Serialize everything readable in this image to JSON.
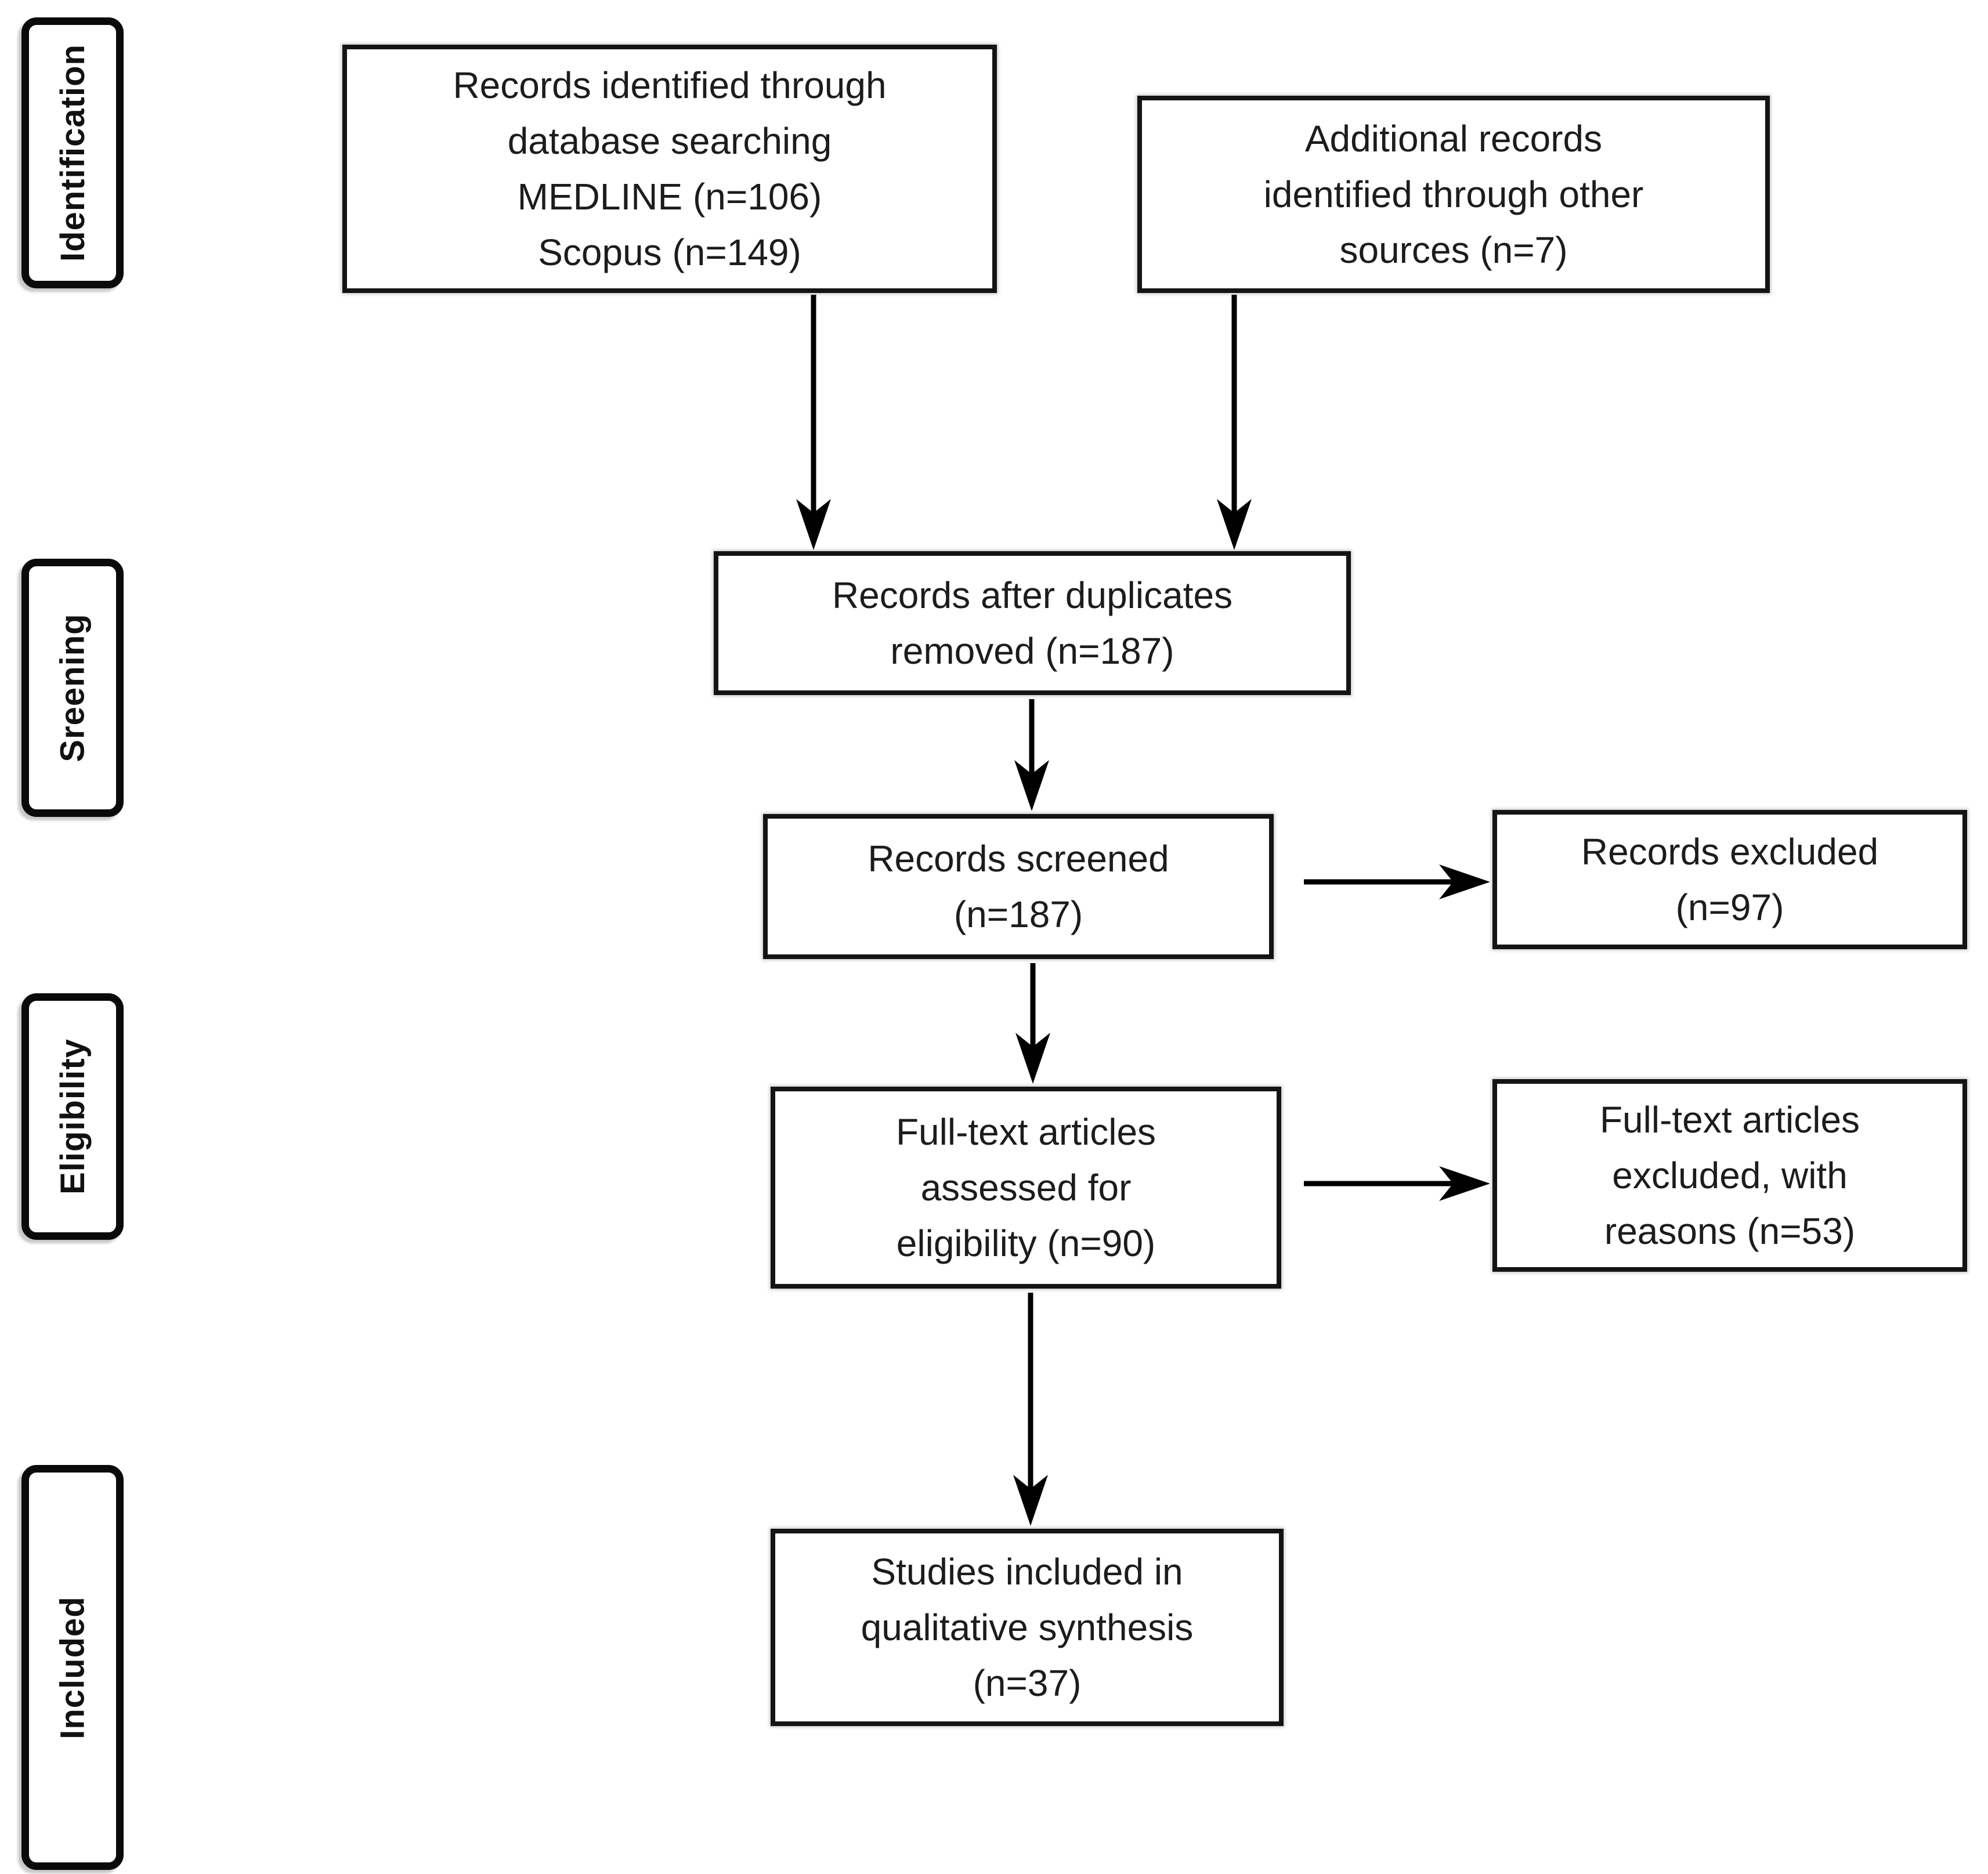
{
  "figure": {
    "kind": "PRISMA flow diagram"
  },
  "stages": [
    {
      "label": "Identification"
    },
    {
      "label": "Sreening"
    },
    {
      "label": "Eligibility"
    },
    {
      "label": "Included"
    }
  ],
  "boxes": {
    "records_identified": {
      "text": "Records identified through\ndatabase searching\nMEDLINE (n=106)\nScopus (n=149)"
    },
    "additional_records": {
      "text": "Additional records\nidentified through other\nsources (n=7)"
    },
    "after_duplicates": {
      "text": "Records after duplicates\nremoved (n=187)"
    },
    "records_screened": {
      "text": "Records screened\n(n=187)"
    },
    "records_excluded": {
      "text": "Records excluded\n(n=97)"
    },
    "fulltext_assessed": {
      "text": "Full-text articles\nassessed for\neligibility (n=90)"
    },
    "fulltext_excluded": {
      "text": "Full-text articles\nexcluded, with\nreasons (n=53)"
    },
    "studies_included": {
      "text": "Studies included in\nqualitative synthesis\n(n=37)"
    }
  },
  "counts": {
    "medline": 106,
    "scopus": 149,
    "other_sources": 7,
    "after_duplicates_removed": 187,
    "screened": 187,
    "records_excluded": 97,
    "fulltext_assessed": 90,
    "fulltext_excluded_with_reasons": 53,
    "included_qualitative_synthesis": 37
  },
  "connections": [
    {
      "from": "records_identified",
      "to": "after_duplicates"
    },
    {
      "from": "additional_records",
      "to": "after_duplicates"
    },
    {
      "from": "after_duplicates",
      "to": "records_screened"
    },
    {
      "from": "records_screened",
      "to": "records_excluded"
    },
    {
      "from": "records_screened",
      "to": "fulltext_assessed"
    },
    {
      "from": "fulltext_assessed",
      "to": "fulltext_excluded"
    },
    {
      "from": "fulltext_assessed",
      "to": "studies_included"
    }
  ],
  "colors": {
    "line": "#000000",
    "box_border": "#141414",
    "text": "#1c1c1c",
    "background": "#ffffff"
  }
}
